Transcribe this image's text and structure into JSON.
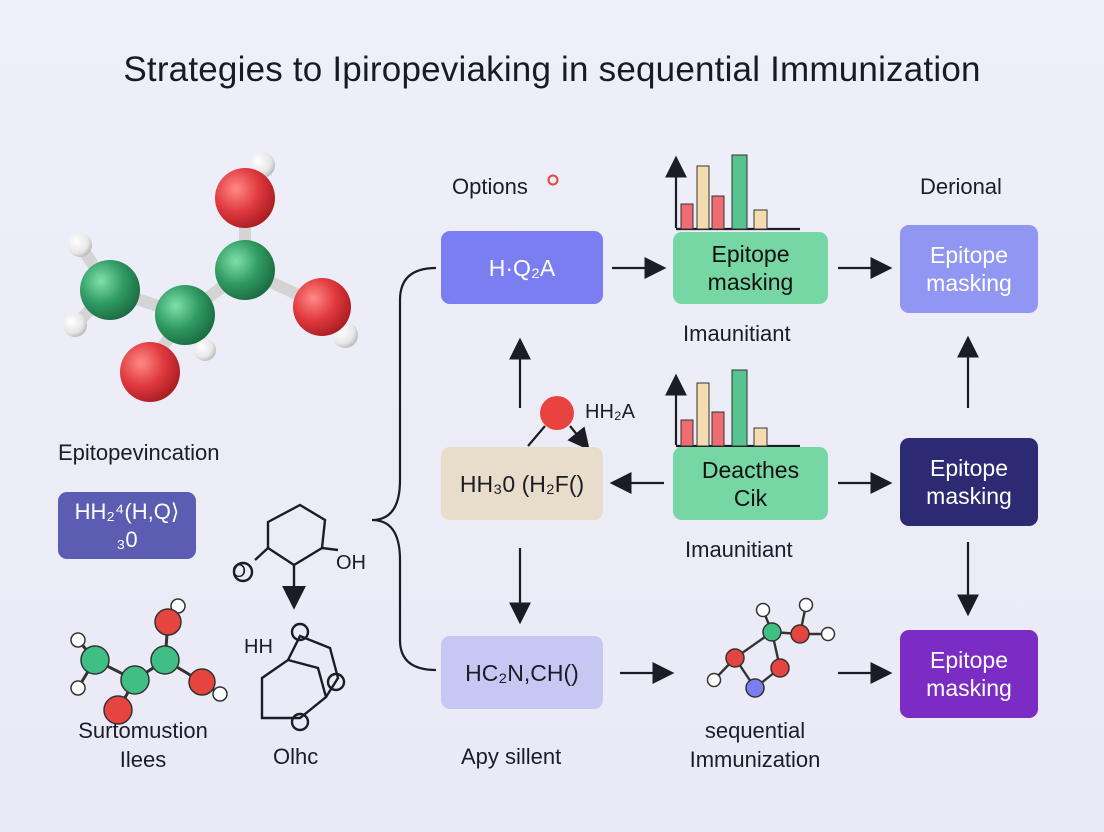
{
  "title": "Strategies to Ipiropeviaking in sequential Immunization",
  "labels": {
    "options": "Options",
    "derional": "Derional",
    "epitopevincation": "Epitopevincation",
    "imaunitiant_1": "Imaunitiant",
    "imaunitiant_2": "Imaunitiant",
    "h2a_label": "HH₂A",
    "surtomustion": "Surtomustion\nIlees",
    "olhc": "Olhc",
    "oh_label": "OH",
    "hh_label": "HH",
    "o_label": "O",
    "apy_sillent": "Apy sillent",
    "sequential_immunization": "sequential\nImmunization"
  },
  "boxes": {
    "left_formula": "HH₂⁴(H,Q⟩₃0",
    "hq2a": "H·Q₂A",
    "hh30": "HH₃0 (H₂F()",
    "hc2n": "HC₂N,CH()",
    "epitope_masking_green": "Epitope\nmasking",
    "deacthes": "Deacthes\nCik",
    "epitope_masking_right_1": "Epitope\nmasking",
    "epitope_masking_right_2": "Epitope\nmasking",
    "epitope_masking_right_3": "Epitope\nmasking"
  },
  "colors": {
    "blue_box": "#7b7ef0",
    "tan_box": "#e8dccb",
    "lavender_box": "#c6c8f3",
    "green_box": "#76d6a4",
    "left_formula_box": "#5a5db2",
    "right_box_1": "#9296f3",
    "right_box_2": "#2c2a72",
    "right_box_3": "#7a2cc4",
    "atom_red": "#e0393e",
    "atom_green": "#2f9a62",
    "atom_white": "#f1f1f1"
  }
}
